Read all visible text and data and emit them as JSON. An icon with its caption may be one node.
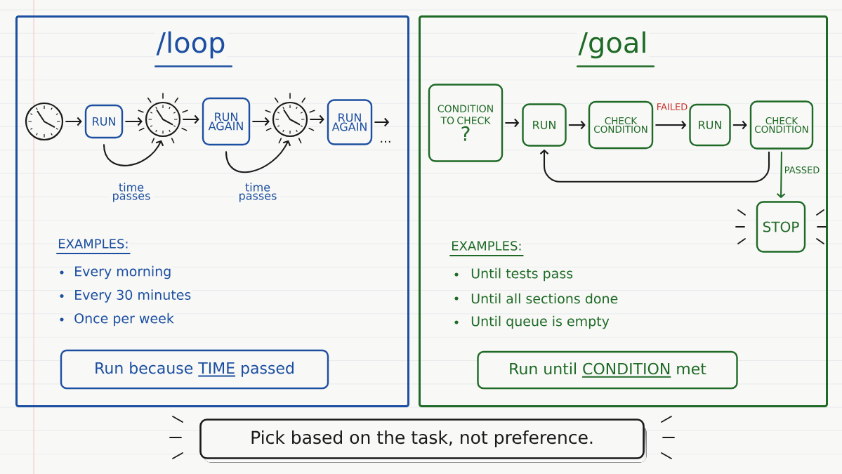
{
  "diagram": {
    "nodes": [
      {
        "text": [
          "/loop",
          "EXAMPLES:",
          "Every morning",
          "Every 30 minutes",
          "Once per week"
        ]
      },
      {
        "text": [],
        "shape": "clock",
        "in": 0
      },
      {
        "text": [
          "RUN"
        ],
        "in": 0
      },
      {
        "text": [],
        "shape": "clock",
        "in": 0
      },
      {
        "text": [
          "RUN AGAIN"
        ],
        "in": 0
      },
      {
        "text": [],
        "shape": "clock",
        "in": 0
      },
      {
        "text": [
          "RUN AGAIN"
        ],
        "in": 0
      },
      {
        "text": [
          "Run because TIME passed"
        ],
        "in": 0
      },
      {
        "text": [
          "/goal",
          "EXAMPLES:",
          "Until tests pass",
          "Until all sections done",
          "Until queue is empty"
        ]
      },
      {
        "text": [
          "CONDITION TO CHECK",
          "?"
        ],
        "in": 8
      },
      {
        "text": [
          "RUN"
        ],
        "in": 8
      },
      {
        "text": [
          "CHECK CONDITION"
        ],
        "in": 8
      },
      {
        "text": [
          "RUN"
        ],
        "in": 8
      },
      {
        "text": [
          "CHECK CONDITION"
        ],
        "in": 8
      },
      {
        "text": [
          "STOP"
        ],
        "in": 8
      },
      {
        "text": [
          "Run until CONDITION met"
        ],
        "in": 8
      },
      {
        "text": [
          "Pick based on the task, not preference."
        ]
      }
    ],
    "edges": [
      {
        "from": 1,
        "to": 2,
        "arrow": "to"
      },
      {
        "from": 2,
        "to": 3,
        "arrow": "to"
      },
      {
        "from": 3,
        "to": 4,
        "arrow": "to"
      },
      {
        "from": 4,
        "to": 5,
        "arrow": "to"
      },
      {
        "from": 5,
        "to": 6,
        "arrow": "to"
      },
      {
        "from": 6,
        "to": null,
        "arrow": "to"
      },
      {
        "from": 2,
        "to": 3,
        "arrow": "to",
        "label": "time passes"
      },
      {
        "from": 4,
        "to": 5,
        "arrow": "to",
        "label": "time passes"
      },
      {
        "from": 9,
        "to": 10,
        "arrow": "to"
      },
      {
        "from": 10,
        "to": 11,
        "arrow": "to"
      },
      {
        "from": 11,
        "to": 12,
        "arrow": "to",
        "label": "FAILED"
      },
      {
        "from": 12,
        "to": 13,
        "arrow": "to"
      },
      {
        "from": 13,
        "to": 10,
        "arrow": "to"
      },
      {
        "from": 13,
        "to": 14,
        "arrow": "to",
        "label": "PASSED",
        "color": "#1e6a26"
      }
    ],
    "labels": [
      "..."
    ]
  }
}
